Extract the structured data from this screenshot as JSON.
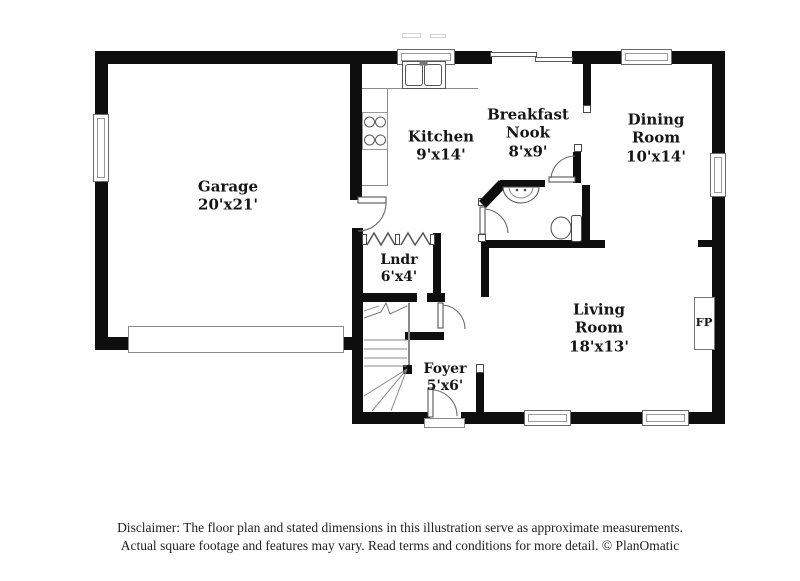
{
  "plan": {
    "rooms": {
      "garage": {
        "line1": "Garage",
        "line2": "20'x21'"
      },
      "kitchen": {
        "line1": "Kitchen",
        "line2": "9'x14'"
      },
      "breakfast_nook": {
        "line1": "Breakfast",
        "line2": "Nook",
        "line3": "8'x9'"
      },
      "dining_room": {
        "line1": "Dining",
        "line2": "Room",
        "line3": "10'x14'"
      },
      "laundry": {
        "line1": "Lndr",
        "line2": "6'x4'"
      },
      "living_room": {
        "line1": "Living",
        "line2": "Room",
        "line3": "18'x13'"
      },
      "foyer": {
        "line1": "Foyer",
        "line2": "5'x6'"
      },
      "fireplace": {
        "label": "FP"
      }
    },
    "colors": {
      "wall": "#0e0e0e",
      "window_frame": "#6b6b6b",
      "fixture_line": "#555555",
      "text": "#161616",
      "background": "#ffffff"
    }
  },
  "footer": {
    "line1": "Disclaimer: The floor plan and stated dimensions in this illustration serve as approximate measurements.",
    "line2": "Actual square footage and features may vary. Read terms and conditions for more detail. © PlanOmatic"
  }
}
